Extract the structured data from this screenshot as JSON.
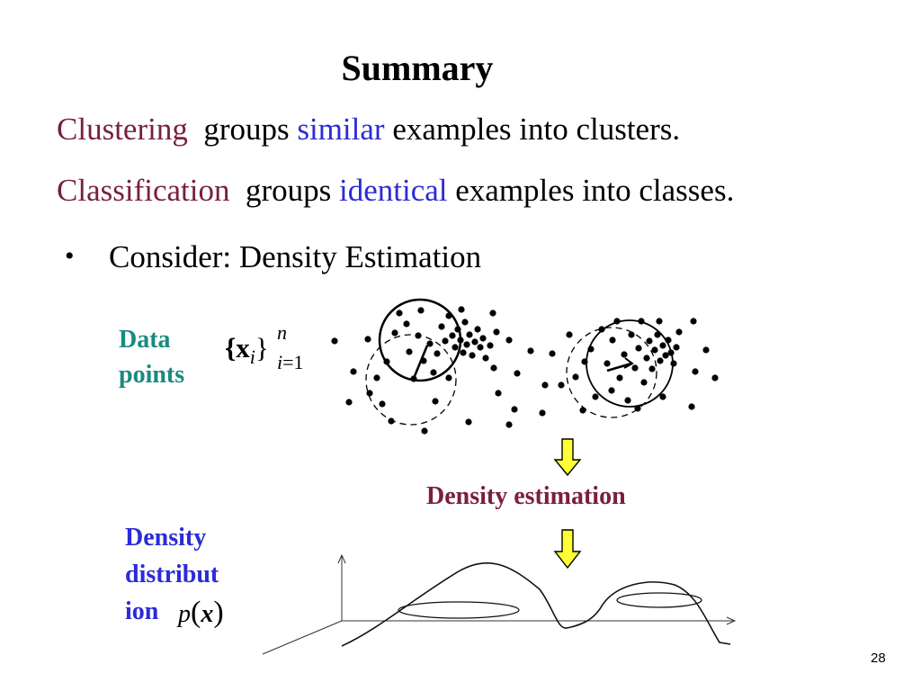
{
  "slide": {
    "title": "Summary",
    "line1": {
      "term": "Clustering",
      "part1": "groups",
      "keyword": "similar",
      "part2": "examples into clusters."
    },
    "line2": {
      "term": "Classification",
      "part1": "groups",
      "keyword": "identical",
      "part2": "examples into classes."
    },
    "bullet": {
      "symbol": "•",
      "text": "Consider: Density Estimation"
    },
    "data_points_label": {
      "line1": "Data",
      "line2": "points"
    },
    "data_points_notation": {
      "base": "{x",
      "index": "i",
      "close": "}",
      "sup": "n",
      "sub_var": "i",
      "sub_rest": "=1"
    },
    "density_estimation_label": "Density estimation",
    "density_distribution_label": {
      "line1": "Density",
      "line2": "distribut",
      "line3": "ion"
    },
    "density_function": {
      "p": "p",
      "open": "(",
      "x": "x",
      "close": ")"
    },
    "page_number": "28"
  },
  "colors": {
    "term": "#7a1f3d",
    "keyword": "#2b2bd8",
    "teal_label": "#1a8a80",
    "arrow_fill": "#ffff33"
  },
  "icons": [
    "arrow-down-icon",
    "arrow-down-icon"
  ]
}
